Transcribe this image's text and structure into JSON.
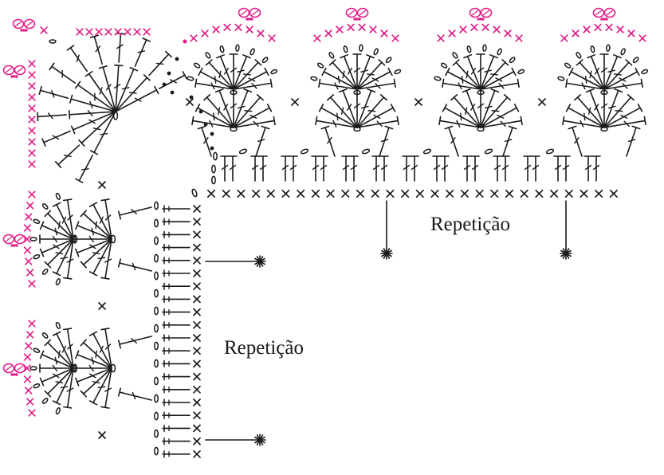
{
  "diagram": {
    "labels": {
      "horizontal_repeat": "Repetição",
      "vertical_repeat": "Repetição"
    },
    "colors": {
      "ink": "#1a1a1a",
      "edging": "#e0218a",
      "background": "#ffffff"
    },
    "symbols": [
      "chain-stitch",
      "single-crochet",
      "double-crochet",
      "picot",
      "slip-stitch",
      "repeat-marker"
    ]
  }
}
